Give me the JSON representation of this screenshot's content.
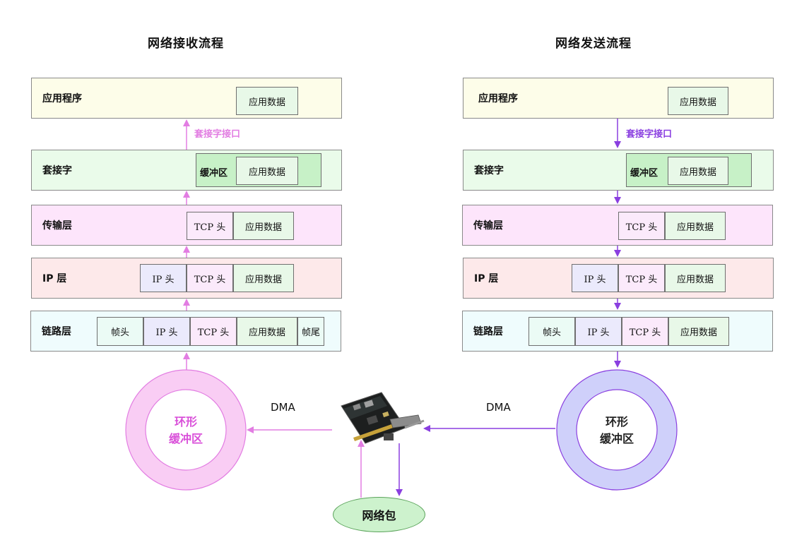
{
  "receive": {
    "title": "网络接收流程",
    "interface_label": "套接字接口",
    "dma_label": "DMA",
    "ring_line1": "环形",
    "ring_line2": "缓冲区",
    "app_layer": {
      "name": "应用程序",
      "data": "应用数据"
    },
    "socket_layer": {
      "name": "套接字",
      "buffer": "缓冲区",
      "data": "应用数据"
    },
    "transport_layer": {
      "name": "传输层",
      "tcp": "TCP 头",
      "data": "应用数据"
    },
    "ip_layer": {
      "name": "IP 层",
      "ip": "IP 头",
      "tcp": "TCP 头",
      "data": "应用数据"
    },
    "link_layer": {
      "name": "链路层",
      "frame_head": "帧头",
      "ip": "IP 头",
      "tcp": "TCP 头",
      "data": "应用数据",
      "frame_tail": "帧尾"
    }
  },
  "send": {
    "title": "网络发送流程",
    "interface_label": "套接字接口",
    "dma_label": "DMA",
    "ring_line1": "环形",
    "ring_line2": "缓冲区",
    "app_layer": {
      "name": "应用程序",
      "data": "应用数据"
    },
    "socket_layer": {
      "name": "套接字",
      "buffer": "缓冲区",
      "data": "应用数据"
    },
    "transport_layer": {
      "name": "传输层",
      "tcp": "TCP 头",
      "data": "应用数据"
    },
    "ip_layer": {
      "name": "IP 层",
      "ip": "IP 头",
      "tcp": "TCP 头",
      "data": "应用数据"
    },
    "link_layer": {
      "name": "链路层",
      "frame_head": "帧头",
      "ip": "IP 头",
      "tcp": "TCP 头",
      "data": "应用数据"
    }
  },
  "packet_label": "网络包",
  "colors": {
    "app_bg": "#fdfde9",
    "socket_bg": "#eafbea",
    "transport_bg": "#fde5fb",
    "ip_bg": "#fde9ea",
    "link_bg": "#effcfd",
    "data_bg": "#e8f8e8",
    "tcp_bg": "#fbeafb",
    "ip_head_bg": "#ebeafc",
    "frame_bg": "#ebfbf5",
    "buffer_bg": "#c7f1c7",
    "receive_arrow": "#e27de2",
    "send_arrow": "#8a3fe0",
    "receive_ring": "#f9cdf4",
    "send_ring": "#cfd0fa",
    "packet_bg": "#cdf2cd"
  }
}
